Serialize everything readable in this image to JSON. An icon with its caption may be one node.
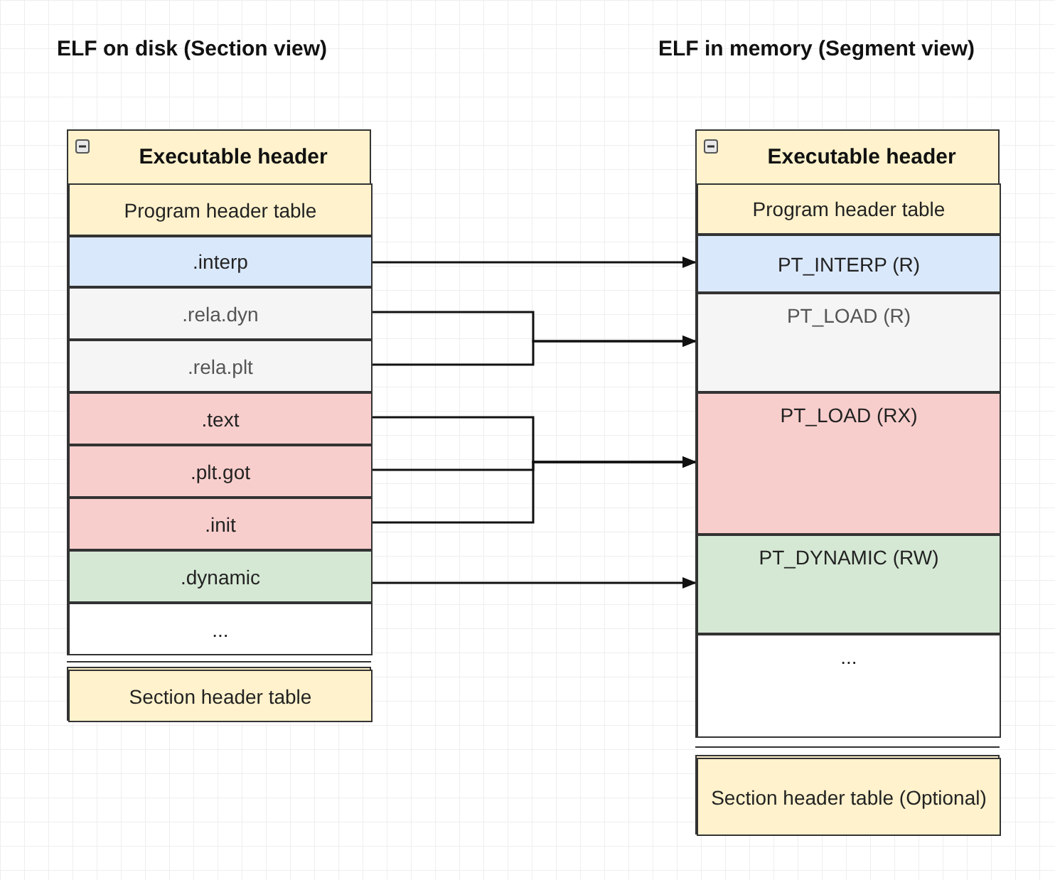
{
  "diagram": {
    "nodes": [
      {
        "text": [
          "Executable header"
        ]
      },
      {
        "text": [
          "Program header table"
        ],
        "in": 0
      },
      {
        "text": [
          ".interp"
        ],
        "in": 0
      },
      {
        "text": [
          ".rela.dyn"
        ],
        "in": 0
      },
      {
        "text": [
          ".rela.plt"
        ],
        "in": 0
      },
      {
        "text": [
          ".text"
        ],
        "in": 0
      },
      {
        "text": [
          ".plt.got"
        ],
        "in": 0
      },
      {
        "text": [
          ".init"
        ],
        "in": 0
      },
      {
        "text": [
          ".dynamic"
        ],
        "in": 0
      },
      {
        "text": [
          "..."
        ],
        "in": 0
      },
      {
        "text": [
          "Section header table"
        ],
        "in": 0
      },
      {
        "text": [
          "Executable header"
        ]
      },
      {
        "text": [
          "Program header table"
        ],
        "in": 11
      },
      {
        "text": [
          "PT_INTERP (R)"
        ],
        "in": 11
      },
      {
        "text": [
          "PT_LOAD (R)"
        ],
        "in": 11
      },
      {
        "text": [
          "PT_LOAD (RX)"
        ],
        "in": 11
      },
      {
        "text": [
          "PT_DYNAMIC (RW)"
        ],
        "in": 11
      },
      {
        "text": [
          "..."
        ],
        "in": 11
      },
      {
        "text": [
          "Section header table (Optional)"
        ],
        "in": 11
      }
    ],
    "edges": [
      {
        "from": 2,
        "to": 13,
        "arrow": "to"
      },
      {
        "from": 3,
        "to": 14,
        "arrow": "to"
      },
      {
        "from": 4,
        "to": 14,
        "arrow": "to"
      },
      {
        "from": 5,
        "to": 15,
        "arrow": "to"
      },
      {
        "from": 6,
        "to": 15,
        "arrow": "to"
      },
      {
        "from": 7,
        "to": 15,
        "arrow": "to"
      },
      {
        "from": 8,
        "to": 16,
        "arrow": "to"
      }
    ],
    "labels": [
      "ELF on disk (Section view)",
      "ELF in memory (Segment view)"
    ]
  }
}
